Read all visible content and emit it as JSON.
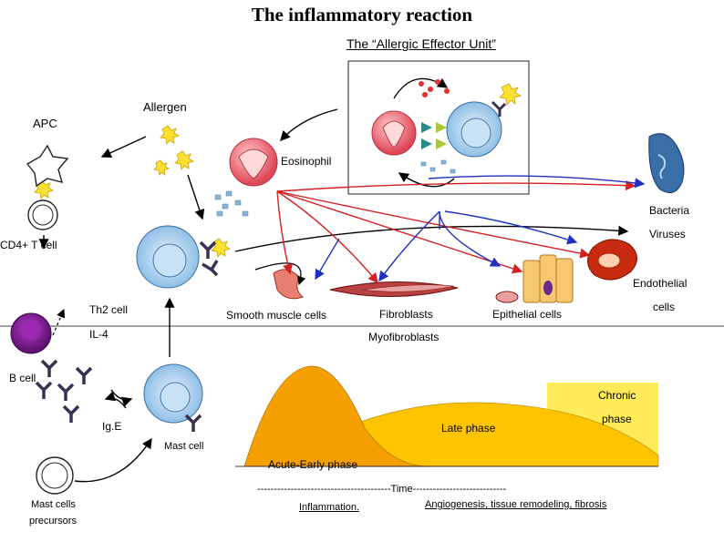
{
  "title": "The inflammatory reaction",
  "subtitle": "The “Allergic Effector Unit”",
  "labels": {
    "allergen": "Allergen",
    "apc": "APC",
    "eosinophil": "Eosinophil",
    "bacteria": "Bacteria",
    "viruses": "Viruses",
    "cd4_t_cell": "CD4+ T cell",
    "endothelial": "Endothelial",
    "cells": "cells",
    "th2_cell": "Th2 cell",
    "smooth_muscle_cells": "Smooth muscle cells",
    "fibroblasts": "Fibroblasts",
    "epithelial_cells": "Epithelial cells",
    "il4": "IL-4",
    "myofibroblasts": "Myofibroblasts",
    "b_cell": "B cell",
    "chronic": "Chronic",
    "phase": "phase",
    "ige": "Ig.E",
    "late_phase": "Late phase",
    "mast_cell": "Mast cell",
    "acute_early_phase": "Acute-Early phase",
    "time_axis": "----------------------------------------Time----------------------------",
    "inflammation": "Inflammation.",
    "angiogenesis": "Angiogenesis, tissue remodeling, fibrosis",
    "mast_cells_precursors_1": "Mast cells",
    "mast_cells_precursors_2": "precursors"
  },
  "colors": {
    "acute_curve": "#f5a000",
    "late_curve": "#ffc400",
    "chronic_region": "#ffeb5a",
    "arrow_red": "#d42020",
    "arrow_blue": "#2030c0",
    "b_cell": "#7a1a8a",
    "eosinophil": "#e85060",
    "mast_cell": "#9fc8ea"
  }
}
